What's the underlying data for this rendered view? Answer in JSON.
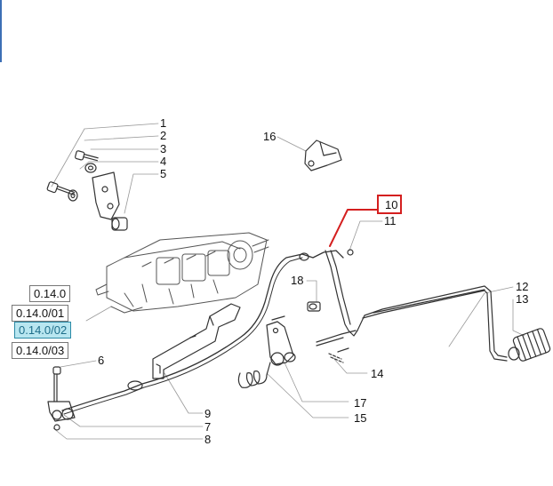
{
  "diagram": {
    "colors": {
      "line": "#333333",
      "leader": "#888888",
      "highlight": "#d41f1f",
      "active_ref_bg": "#b8e6f0"
    },
    "callouts": {
      "c1": "1",
      "c2": "2",
      "c3": "3",
      "c4": "4",
      "c5": "5",
      "c6": "6",
      "c7": "7",
      "c8": "8",
      "c9": "9",
      "c10": "10",
      "c11": "11",
      "c12": "12",
      "c13": "13",
      "c14": "14",
      "c15": "15",
      "c16": "16",
      "c17": "17",
      "c18": "18"
    },
    "refs": [
      "0.14.0",
      "0.14.0/01",
      "0.14.0/02",
      "0.14.0/03"
    ],
    "active_ref": "0.14.0/02",
    "highlighted_callout": "10"
  }
}
